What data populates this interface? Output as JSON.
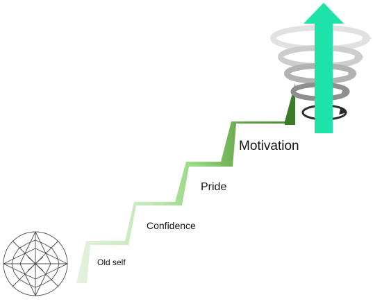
{
  "diagram": {
    "steps": [
      {
        "label": "Old self",
        "color": "#dcefd6"
      },
      {
        "label": "Confidence",
        "color": "#bfe3b2"
      },
      {
        "label": "Pride",
        "color": "#8fd47c"
      },
      {
        "label": "Motivation",
        "color": "#5a8f3e"
      }
    ],
    "arrow_color": "#1ee3a8",
    "spiral_colors": [
      "#e0e0e0",
      "#c8c8c8",
      "#ababab",
      "#8a8a8a",
      "#222222"
    ],
    "icons": [
      "gem-icon",
      "up-arrow-icon",
      "spiral-arrows-icon"
    ]
  }
}
